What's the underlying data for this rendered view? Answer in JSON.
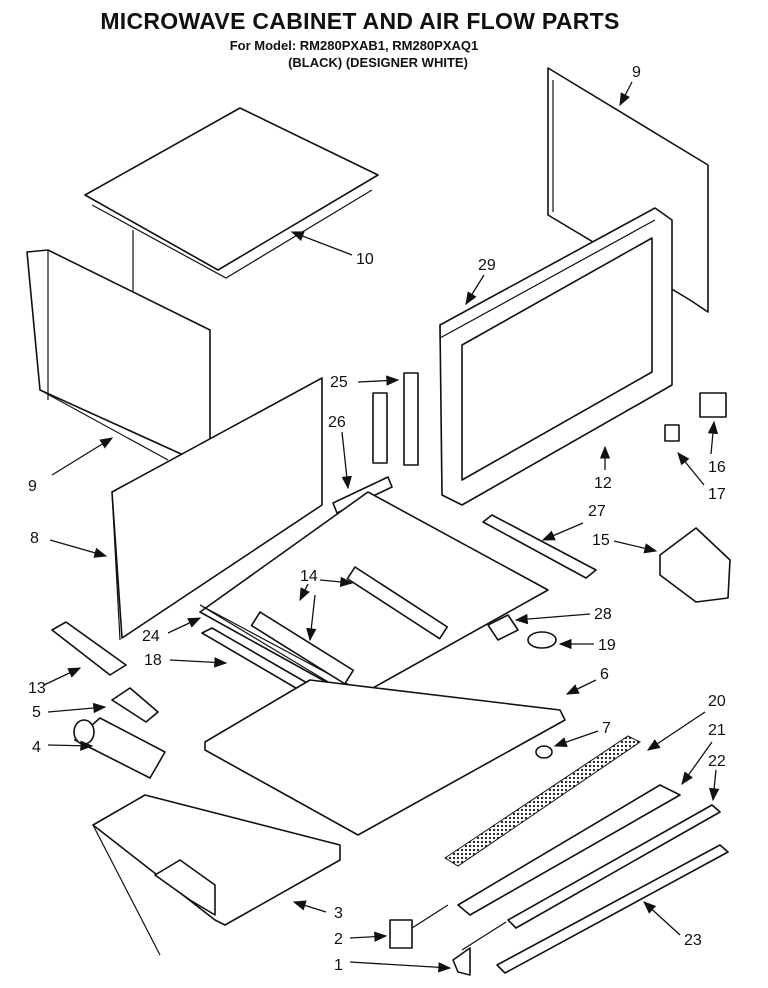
{
  "title": "MICROWAVE CABINET AND AIR FLOW PARTS",
  "model_line": "For Model: RM280PXAB1, RM280PXAQ1",
  "color_line": "(BLACK)    (DESIGNER WHITE)",
  "callouts": [
    {
      "id": "c9a",
      "label": "9"
    },
    {
      "id": "c10",
      "label": "10"
    },
    {
      "id": "c9b",
      "label": "9"
    },
    {
      "id": "c29",
      "label": "29"
    },
    {
      "id": "c25",
      "label": "25"
    },
    {
      "id": "c26",
      "label": "26"
    },
    {
      "id": "c8",
      "label": "8"
    },
    {
      "id": "c12",
      "label": "12"
    },
    {
      "id": "c16",
      "label": "16"
    },
    {
      "id": "c17",
      "label": "17"
    },
    {
      "id": "c27",
      "label": "27"
    },
    {
      "id": "c15",
      "label": "15"
    },
    {
      "id": "c14",
      "label": "14"
    },
    {
      "id": "c24",
      "label": "24"
    },
    {
      "id": "c28",
      "label": "28"
    },
    {
      "id": "c18",
      "label": "18"
    },
    {
      "id": "c19",
      "label": "19"
    },
    {
      "id": "c13",
      "label": "13"
    },
    {
      "id": "c6",
      "label": "6"
    },
    {
      "id": "c5",
      "label": "5"
    },
    {
      "id": "c20",
      "label": "20"
    },
    {
      "id": "c7",
      "label": "7"
    },
    {
      "id": "c4",
      "label": "4"
    },
    {
      "id": "c21",
      "label": "21"
    },
    {
      "id": "c22",
      "label": "22"
    },
    {
      "id": "c3",
      "label": "3"
    },
    {
      "id": "c2",
      "label": "2"
    },
    {
      "id": "c23",
      "label": "23"
    },
    {
      "id": "c1",
      "label": "1"
    }
  ]
}
